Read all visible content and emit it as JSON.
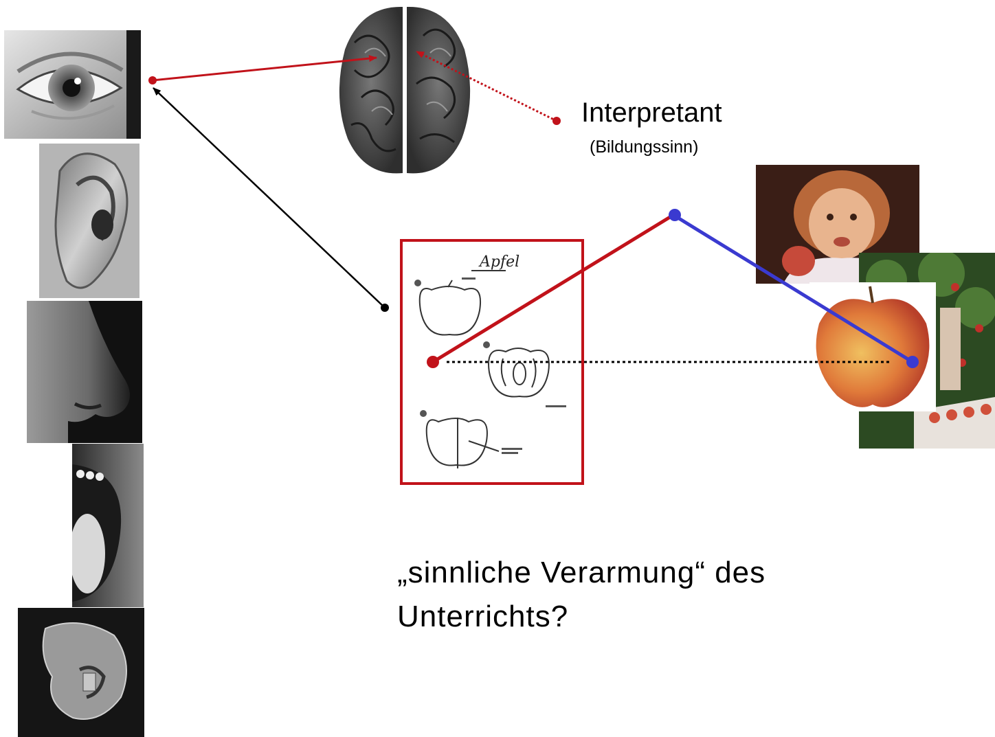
{
  "interpretant": {
    "title": "Interpretant",
    "subtitle": "(Bildungssinn)"
  },
  "question": {
    "line1": "„sinnliche Verarmung“ des",
    "line2": "Unterrichts?"
  },
  "worksheet": {
    "heading": "Apfel"
  },
  "colors": {
    "red": "#c1121a",
    "blue": "#3a3ad0",
    "black": "#000000"
  },
  "icons": [
    "eye-icon",
    "ear-icon",
    "nose-icon",
    "mouth-icon",
    "hand-icon",
    "brain-icon",
    "child-photo",
    "apple-photo",
    "orchard-photo"
  ]
}
